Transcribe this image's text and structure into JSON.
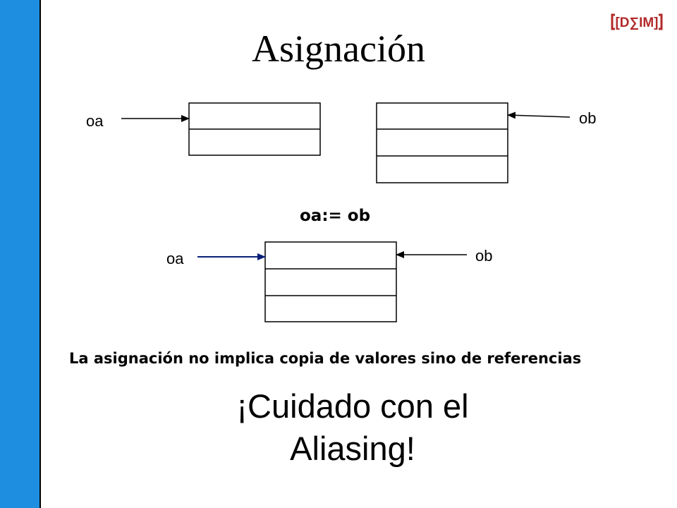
{
  "slide": {
    "title": "Asignación",
    "logo_text": "[D∑IM]",
    "sidebar_color": "#1e8fe0",
    "logo_color": "#b22a2a"
  },
  "diagram": {
    "before": {
      "left_label": "oa",
      "right_label": "ob",
      "left_box_fields": 2,
      "right_box_fields": 3
    },
    "statement": "oa:= ob",
    "after": {
      "left_label": "oa",
      "right_label": "ob",
      "box_fields": 3,
      "left_arrow_color": "#0b1f7a"
    }
  },
  "text": {
    "note": "La asignación no implica copia de valores sino de referencias",
    "warning_line1": "¡Cuidado con el",
    "warning_line2": "Aliasing!"
  }
}
